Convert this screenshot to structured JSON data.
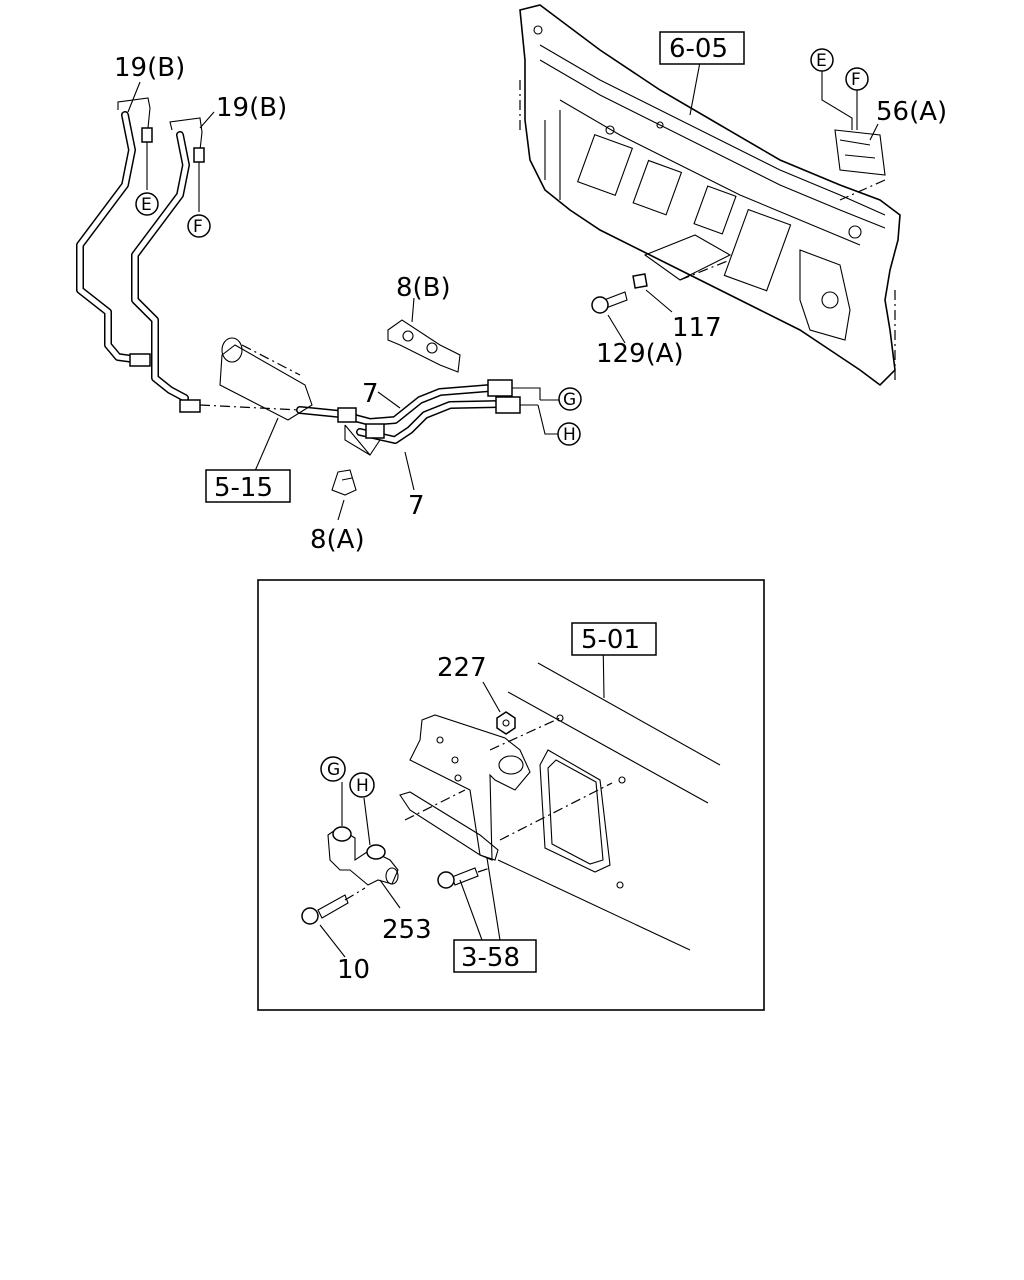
{
  "upper": {
    "labels": {
      "l19b_1": "19(B)",
      "l19b_2": "19(B)",
      "l56a": "56(A)",
      "l8b": "8(B)",
      "l7_top": "7",
      "l7_bot": "7",
      "l117": "117",
      "l129a": "129(A)",
      "l8a": "8(A)"
    },
    "refs": {
      "r605": "6-05",
      "r515": "5-15"
    },
    "circles": {
      "c_e_pipe": "E",
      "c_f_pipe": "F",
      "c_e_panel": "E",
      "c_f_panel": "F",
      "c_g": "G",
      "c_h": "H"
    }
  },
  "inset": {
    "labels": {
      "l227": "227",
      "l253": "253",
      "l10": "10"
    },
    "refs": {
      "r501": "5-01",
      "r358": "3-58"
    },
    "circles": {
      "c_g": "G",
      "c_h": "H"
    }
  }
}
